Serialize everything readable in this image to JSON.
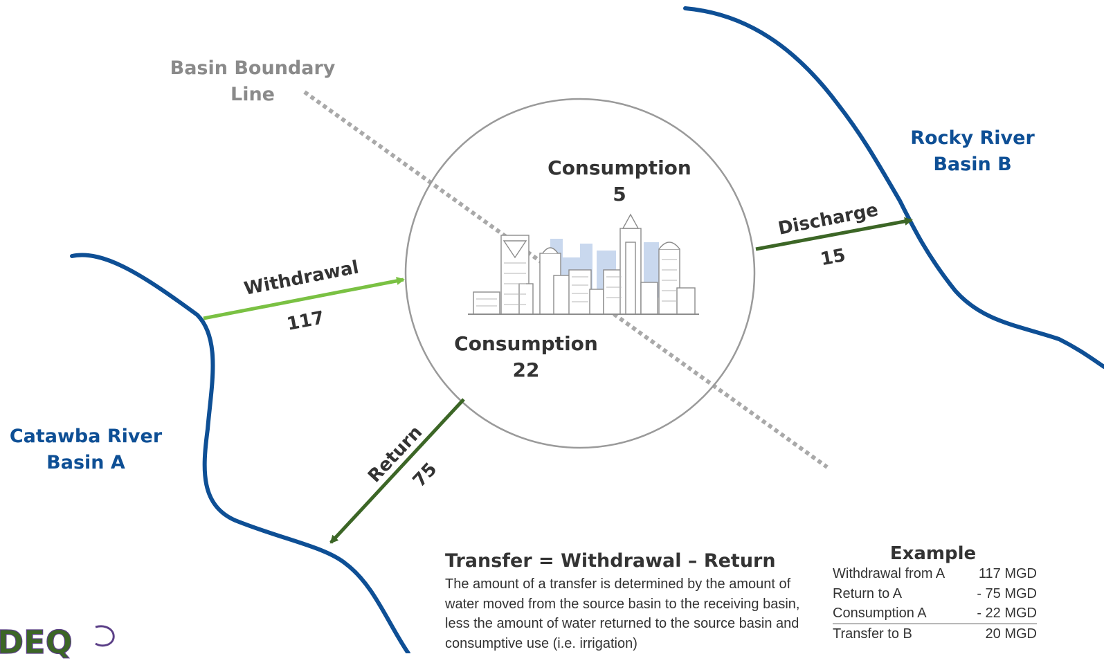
{
  "basins": {
    "a": [
      "Catawba River",
      "Basin A"
    ],
    "b": [
      "Rocky River",
      "Basin B"
    ]
  },
  "boundary_label": [
    "Basin Boundary",
    "Line"
  ],
  "consumption_top": {
    "label": "Consumption",
    "value": "5"
  },
  "consumption_bottom": {
    "label": "Consumption",
    "value": "22"
  },
  "flows": {
    "withdrawal": {
      "label": "Withdrawal",
      "value": "117",
      "color": "#7ac143"
    },
    "discharge": {
      "label": "Discharge",
      "value": "15",
      "color": "#3c6626"
    },
    "return": {
      "label": "Return",
      "value": "75",
      "color": "#3c6626"
    }
  },
  "formula": {
    "title": "Transfer = Withdrawal – Return",
    "description": "The amount of a transfer is determined by the amount of water moved from the source basin to the receiving basin, less the amount of water returned to the source basin and consumptive use (i.e. irrigation)"
  },
  "example": {
    "title": "Example",
    "rows": [
      {
        "label": "Withdrawal from A",
        "value": "117 MGD"
      },
      {
        "label": "Return to A",
        "value": "- 75 MGD"
      },
      {
        "label": "Consumption A",
        "value": "- 22 MGD"
      },
      {
        "label": "Transfer to B",
        "value": "20 MGD"
      }
    ]
  },
  "logo_text": "DEQ",
  "colors": {
    "river": "#0e4f95",
    "boundary": "#a9a9a9",
    "city": "#9a9a9a",
    "city_bg": "#c9d8ee"
  }
}
